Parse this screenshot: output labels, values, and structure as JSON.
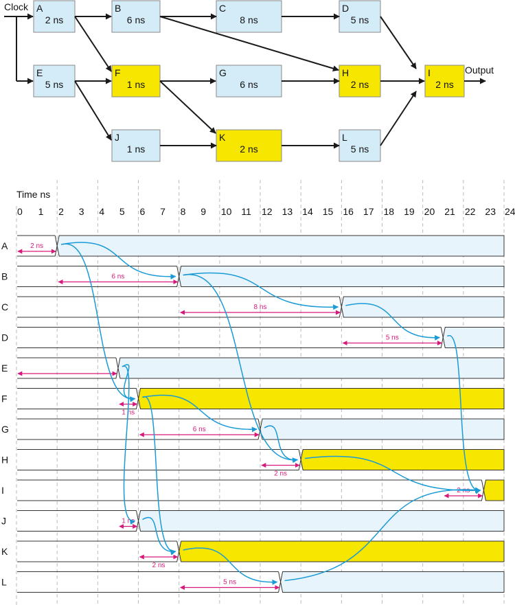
{
  "colors": {
    "block_blue": "#d4ebf8",
    "block_yellow": "#f6e600",
    "wave_blue": "#e8f4fb",
    "wave_yellow": "#f6e600",
    "arrow_black": "#1a1a1a",
    "cause_arrow": "#1a9ad6",
    "duration_arrow": "#d6197a",
    "grid": "#bbbbbb"
  },
  "block_diagram": {
    "clock_label": "Clock",
    "output_label": "Output",
    "blocks": [
      {
        "id": "A",
        "delay": "2 ns",
        "highlight": false
      },
      {
        "id": "B",
        "delay": "6 ns",
        "highlight": false
      },
      {
        "id": "C",
        "delay": "8 ns",
        "highlight": false
      },
      {
        "id": "D",
        "delay": "5 ns",
        "highlight": false
      },
      {
        "id": "E",
        "delay": "5 ns",
        "highlight": false
      },
      {
        "id": "F",
        "delay": "1 ns",
        "highlight": true
      },
      {
        "id": "G",
        "delay": "6 ns",
        "highlight": false
      },
      {
        "id": "H",
        "delay": "2 ns",
        "highlight": true
      },
      {
        "id": "I",
        "delay": "2 ns",
        "highlight": true
      },
      {
        "id": "J",
        "delay": "1 ns",
        "highlight": false
      },
      {
        "id": "K",
        "delay": "2 ns",
        "highlight": true
      },
      {
        "id": "L",
        "delay": "5 ns",
        "highlight": false
      }
    ],
    "connections": [
      [
        "Clock",
        "A"
      ],
      [
        "Clock",
        "E"
      ],
      [
        "A",
        "B"
      ],
      [
        "A",
        "F"
      ],
      [
        "B",
        "C"
      ],
      [
        "B",
        "H"
      ],
      [
        "C",
        "D"
      ],
      [
        "D",
        "I"
      ],
      [
        "E",
        "F"
      ],
      [
        "E",
        "J"
      ],
      [
        "F",
        "G"
      ],
      [
        "F",
        "K"
      ],
      [
        "G",
        "H"
      ],
      [
        "H",
        "I"
      ],
      [
        "J",
        "K"
      ],
      [
        "K",
        "L"
      ],
      [
        "L",
        "I"
      ],
      [
        "I",
        "Output"
      ]
    ]
  },
  "timing": {
    "axis_label": "Time ns",
    "ticks": [
      "0",
      "1",
      "2",
      "3",
      "4",
      "5",
      "6",
      "7",
      "8",
      "9",
      "10",
      "11",
      "12",
      "13",
      "14",
      "15",
      "16",
      "17",
      "18",
      "19",
      "20",
      "21",
      "22",
      "23",
      "24"
    ],
    "t_max": 24,
    "rows": [
      {
        "signal": "A",
        "switch_time": 2,
        "duration_label": "2 ns",
        "duration_from": 0,
        "duration_to": 2,
        "highlight": false,
        "label_below": false
      },
      {
        "signal": "B",
        "switch_time": 8,
        "duration_label": "6 ns",
        "duration_from": 2,
        "duration_to": 8,
        "highlight": false,
        "label_below": false
      },
      {
        "signal": "C",
        "switch_time": 16,
        "duration_label": "8 ns",
        "duration_from": 8,
        "duration_to": 16,
        "highlight": false,
        "label_below": false
      },
      {
        "signal": "D",
        "switch_time": 21,
        "duration_label": "5 ns",
        "duration_from": 16,
        "duration_to": 21,
        "highlight": false,
        "label_below": false
      },
      {
        "signal": "E",
        "switch_time": 5,
        "duration_label": "",
        "duration_from": 0,
        "duration_to": 5,
        "highlight": false,
        "label_below": false
      },
      {
        "signal": "F",
        "switch_time": 6,
        "duration_label": "1 ns",
        "duration_from": 5,
        "duration_to": 6,
        "highlight": true,
        "label_below": true
      },
      {
        "signal": "G",
        "switch_time": 12,
        "duration_label": "6 ns",
        "duration_from": 6,
        "duration_to": 12,
        "highlight": false,
        "label_below": false
      },
      {
        "signal": "H",
        "switch_time": 14,
        "duration_label": "2 ns",
        "duration_from": 12,
        "duration_to": 14,
        "highlight": true,
        "label_below": true
      },
      {
        "signal": "I",
        "switch_time": 23,
        "duration_label": "2 ns",
        "duration_from": 21,
        "duration_to": 23,
        "highlight": true,
        "label_below": false
      },
      {
        "signal": "J",
        "switch_time": 6,
        "duration_label": "1 ns",
        "duration_from": 5,
        "duration_to": 6,
        "highlight": false,
        "label_below": false
      },
      {
        "signal": "K",
        "switch_time": 8,
        "duration_label": "2 ns",
        "duration_from": 6,
        "duration_to": 8,
        "highlight": true,
        "label_below": true
      },
      {
        "signal": "L",
        "switch_time": 13,
        "duration_label": "5 ns",
        "duration_from": 8,
        "duration_to": 13,
        "highlight": false,
        "label_below": false
      }
    ],
    "causality": [
      [
        "A",
        "B"
      ],
      [
        "A",
        "F"
      ],
      [
        "B",
        "C"
      ],
      [
        "B",
        "H"
      ],
      [
        "C",
        "D"
      ],
      [
        "D",
        "I"
      ],
      [
        "E",
        "F"
      ],
      [
        "E",
        "J"
      ],
      [
        "F",
        "G"
      ],
      [
        "F",
        "K"
      ],
      [
        "G",
        "H"
      ],
      [
        "H",
        "I"
      ],
      [
        "J",
        "K"
      ],
      [
        "K",
        "L"
      ],
      [
        "L",
        "I"
      ]
    ]
  }
}
